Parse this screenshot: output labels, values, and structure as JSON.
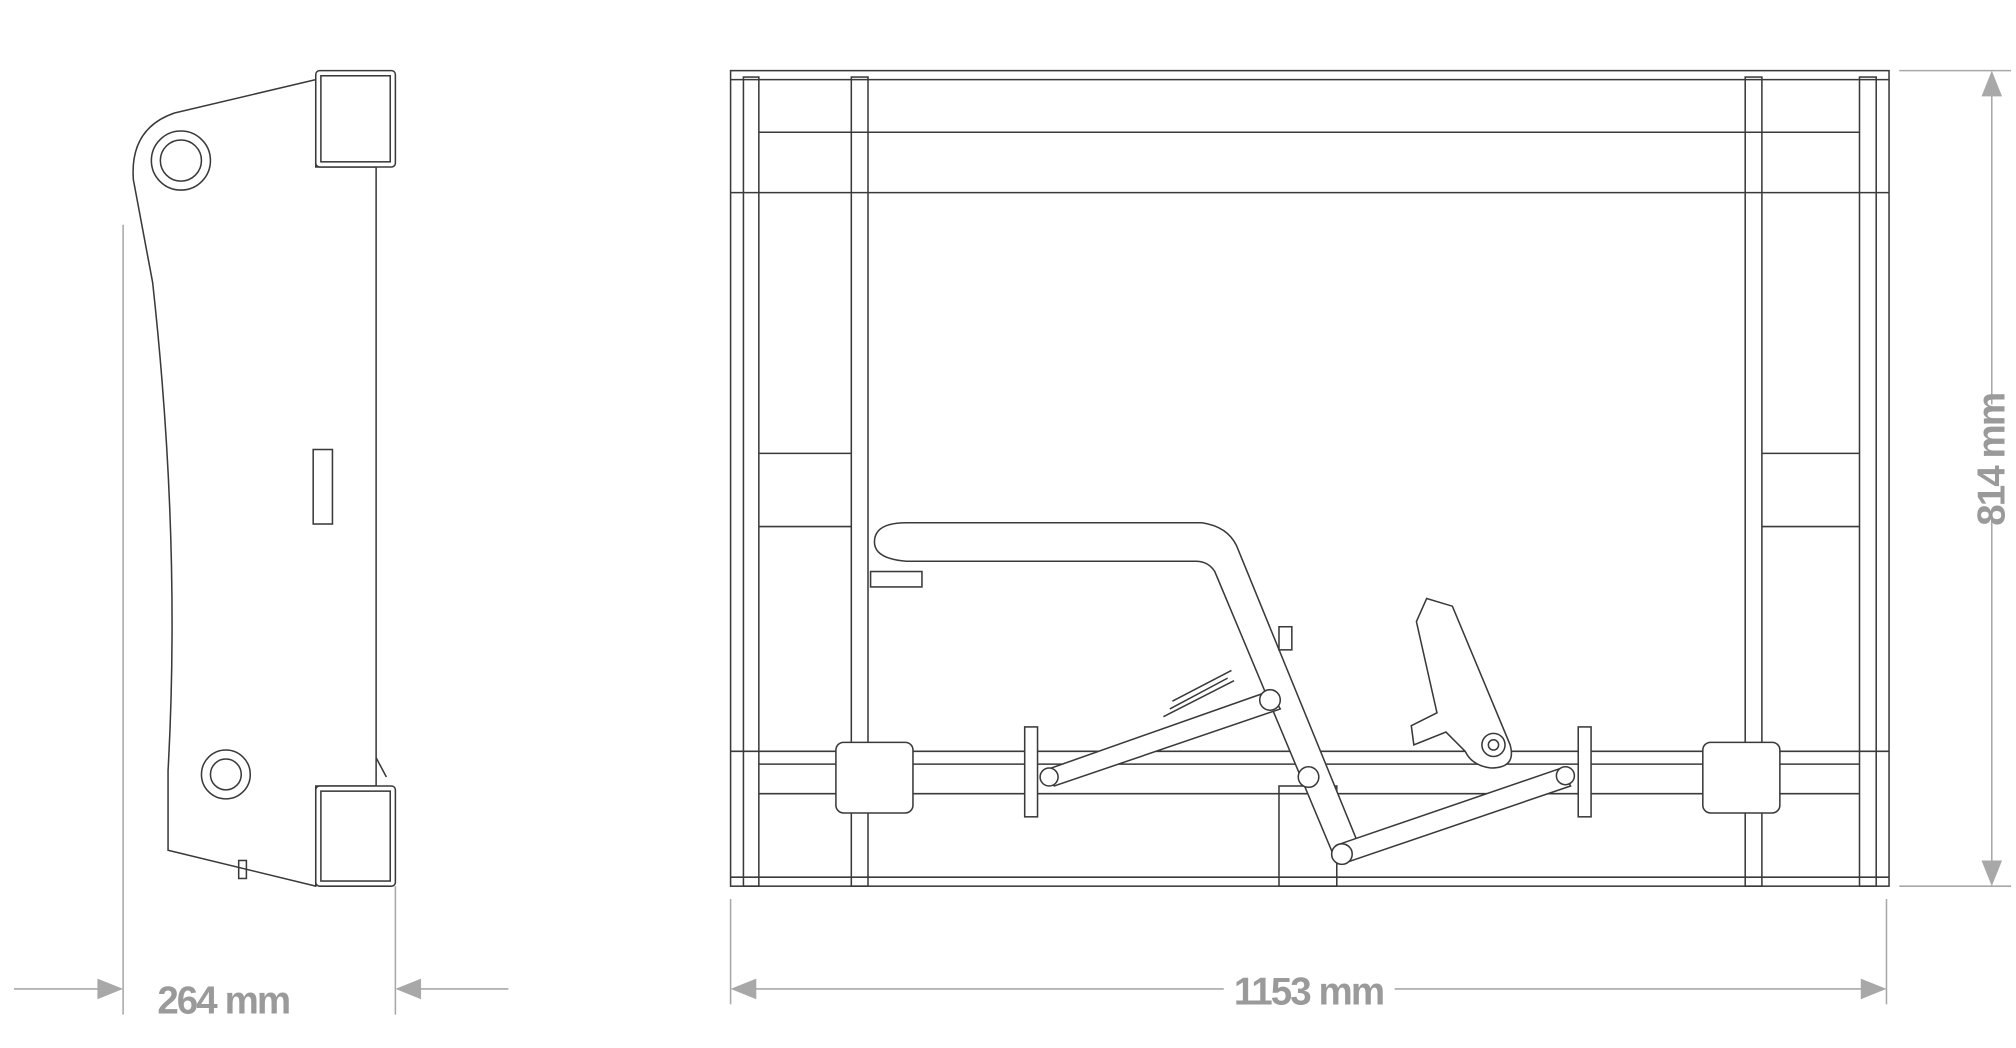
{
  "dimensions": {
    "depth": "264 mm",
    "width": "1153 mm",
    "height": "814 mm"
  },
  "colors": {
    "line": "#3a3a3a",
    "dimension": "#a8a8a8"
  }
}
